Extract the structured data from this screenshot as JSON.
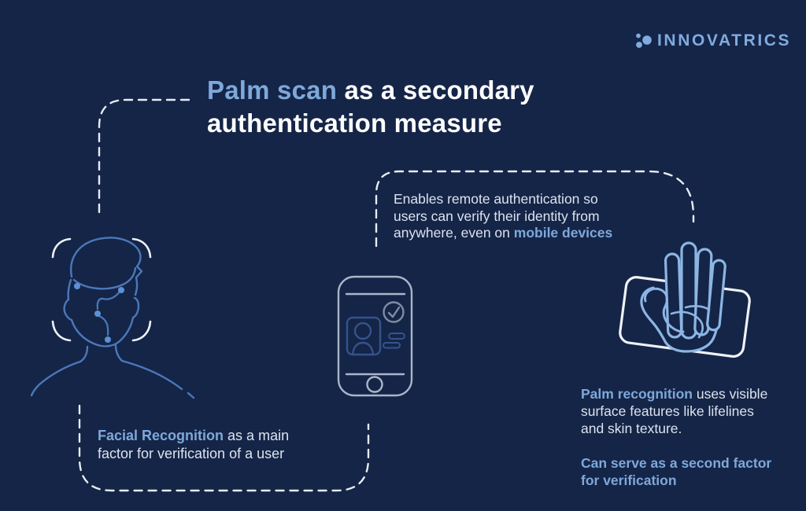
{
  "brand": {
    "name": "INNOVATRICS"
  },
  "title": {
    "highlight": "Palm scan",
    "rest": "as a secondary",
    "line2": "authentication measure"
  },
  "notes": {
    "mobile": {
      "line1": "Enables remote authentication so",
      "line2": "users can verify their identity from",
      "line3_prefix": "anywhere, even on",
      "line3_highlight": "mobile devices"
    },
    "facial": {
      "highlight": "Facial Recognition",
      "line1_rest": "as a main",
      "line2": "factor for verification of a user"
    },
    "palm": {
      "highlight": "Palm recognition",
      "line1_rest": "uses visible",
      "line2": "surface features like lifelines",
      "line3": "and skin texture."
    },
    "palm_secondary": {
      "line1": "Can serve as a second factor",
      "line2": "for verification"
    }
  },
  "illustrations": [
    "face-scan-illustration",
    "phone-id-illustration",
    "palm-scan-illustration"
  ],
  "colors": {
    "background": "#152547",
    "accent_blue": "#7ea8da",
    "body_text": "#dce3ef",
    "title_white": "#fdfdfe",
    "logo_blue": "#7fabdf",
    "dashed_line": "#e7ebf3",
    "face_line": "#4b78ba",
    "face_dot": "#5d90d4",
    "bracket_white": "#eef2f8",
    "hand_blue": "#8cb5e4",
    "scanner_frame": "#eef1f6",
    "phone_outline": "#a9b6c9",
    "phone_card": "#33548c",
    "check_gray": "#7e8ca6"
  }
}
